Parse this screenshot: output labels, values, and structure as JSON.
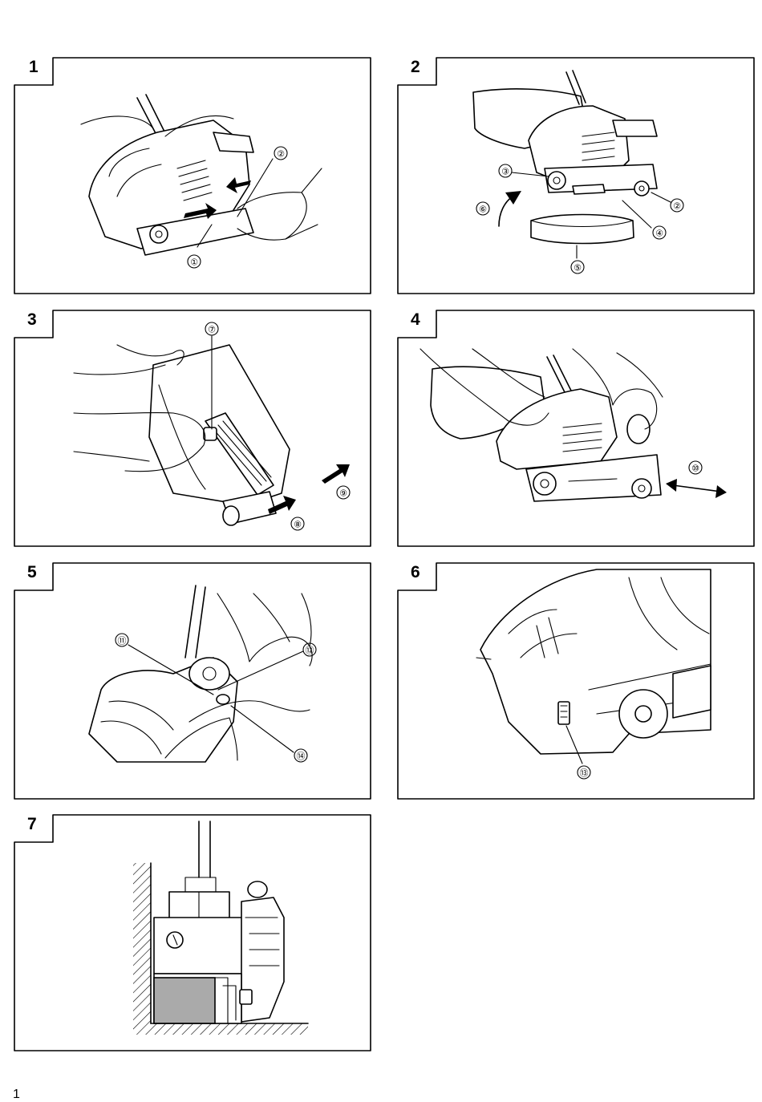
{
  "page_number": "1",
  "figures": [
    {
      "number": "1",
      "callouts": [
        "①",
        "②"
      ]
    },
    {
      "number": "2",
      "callouts": [
        "②",
        "③",
        "④",
        "⑤",
        "⑥"
      ]
    },
    {
      "number": "3",
      "callouts": [
        "⑦",
        "⑧",
        "⑨"
      ]
    },
    {
      "number": "4",
      "callouts": [
        "⑩"
      ]
    },
    {
      "number": "5",
      "callouts": [
        "⑪",
        "⑫",
        "⑭"
      ]
    },
    {
      "number": "6",
      "callouts": [
        "⑬"
      ]
    },
    {
      "number": "7",
      "callouts": []
    }
  ]
}
